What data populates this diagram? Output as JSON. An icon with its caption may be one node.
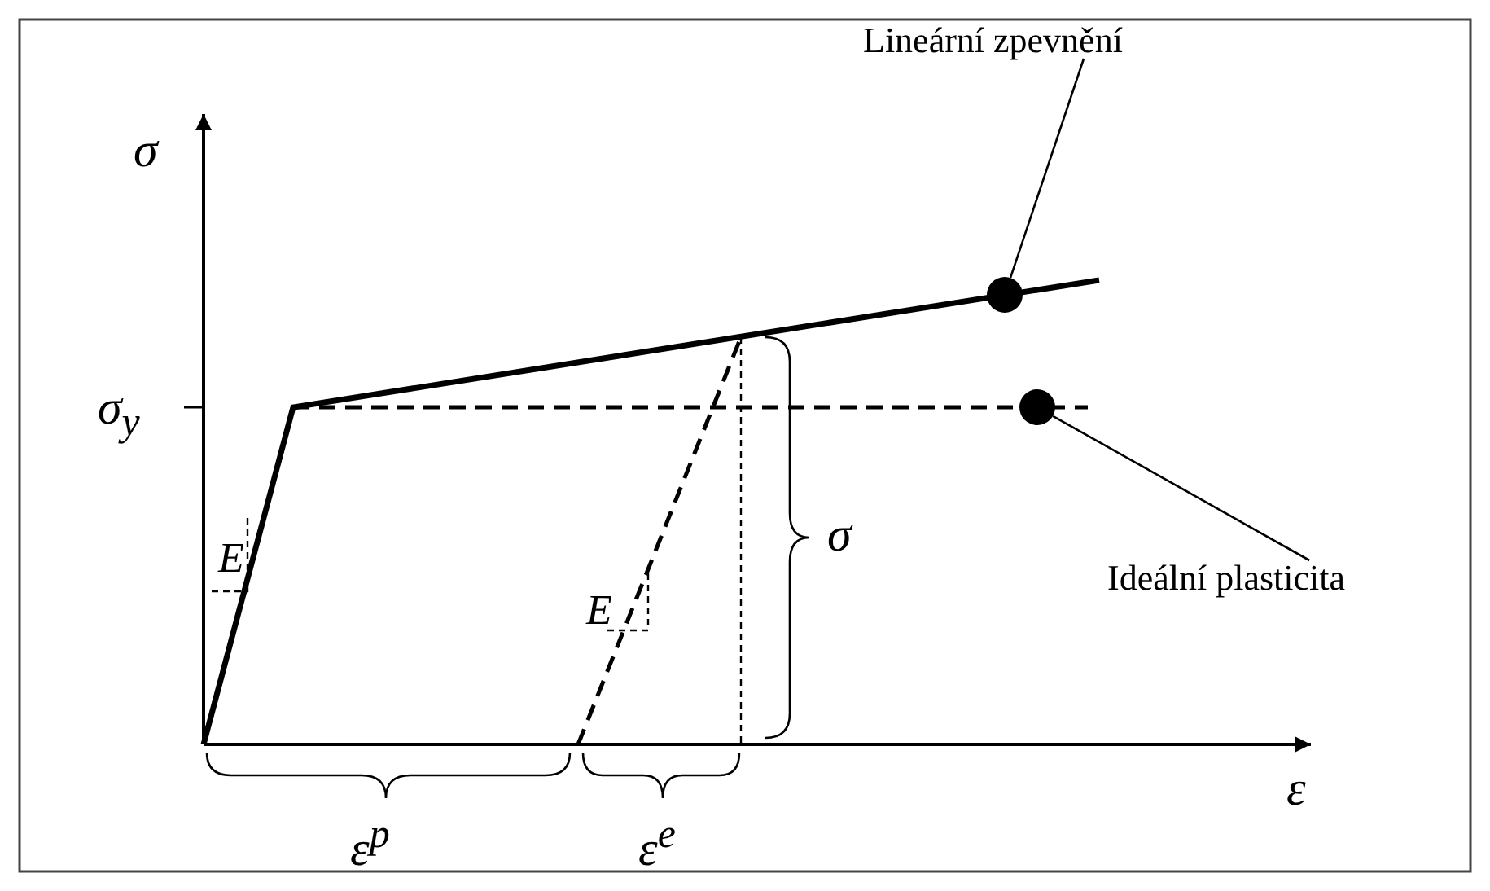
{
  "diagram": {
    "nodes": [
      {
        "text": [
          "Lineární zpevnění"
        ]
      },
      {
        "text": [],
        "shape": "circle"
      },
      {
        "text": [],
        "shape": "circle"
      },
      {
        "text": [
          "Ideální plasticita"
        ]
      }
    ],
    "edges": [
      {
        "from": 0,
        "to": 1,
        "arrow": "none"
      },
      {
        "from": 3,
        "to": 2,
        "arrow": "none"
      }
    ],
    "labels": [
      "σ",
      "σ$_{y}$",
      "E",
      "E",
      "σ",
      "ε",
      "ε$^{p}$",
      "ε$^{e}$"
    ]
  }
}
